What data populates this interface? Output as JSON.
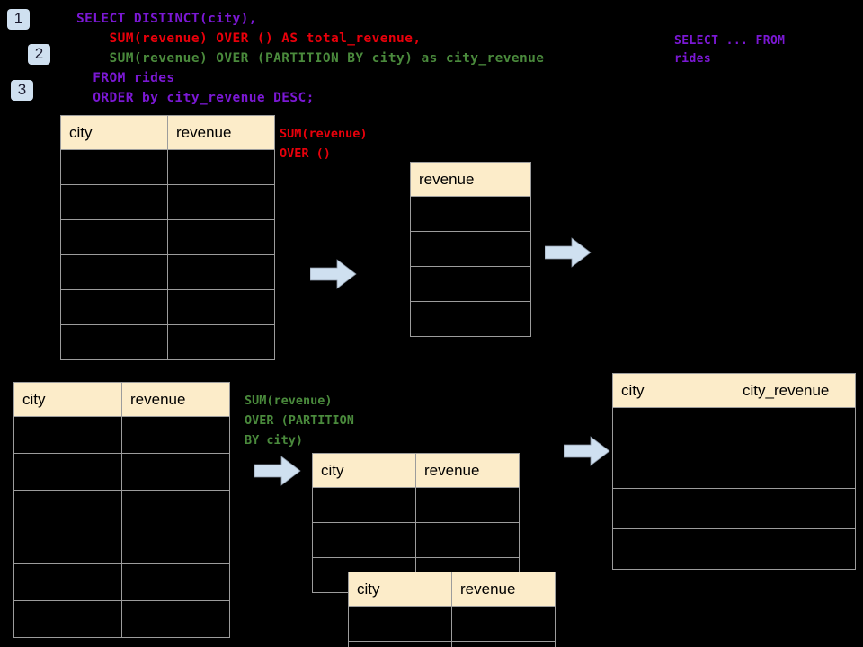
{
  "badges": [
    {
      "label": "1"
    },
    {
      "label": "2"
    },
    {
      "label": "3"
    }
  ],
  "query": {
    "line1": "SELECT DISTINCT(city),",
    "line2": "    SUM(revenue) OVER () AS total_revenue,",
    "line3": "    SUM(revenue) OVER (PARTITION BY city) as city_revenue",
    "line4": "  FROM rides",
    "line5": "  ORDER by city_revenue DESC;",
    "side_note_line1": "SELECT ... FROM",
    "side_note_line2": "rides"
  },
  "annotations": {
    "total": "SUM(revenue)\nOVER ()",
    "partition": "SUM(revenue)\nOVER (PARTITION\nBY city)"
  },
  "tables": {
    "source_top": {
      "headers": [
        "city",
        "revenue"
      ],
      "body_rows": 6
    },
    "total_revenue": {
      "headers": [
        "revenue"
      ],
      "body_rows": 4
    },
    "source_bottom": {
      "headers": [
        "city",
        "revenue"
      ],
      "body_rows": 6
    },
    "partition_back": {
      "headers": [
        "city",
        "revenue"
      ],
      "body_rows": 3
    },
    "partition_front": {
      "headers": [
        "city",
        "revenue"
      ],
      "body_rows": 2
    },
    "result": {
      "headers": [
        "city",
        "city_revenue"
      ],
      "body_rows": 4
    }
  },
  "colors": {
    "background": "#000000",
    "header_fill": "#fcecc9",
    "grid_line": "#9c9c9c",
    "badge_fill": "#cfe0f0",
    "arrow_fill": "#cfe0f0",
    "keyword_purple": "#7b18d4",
    "total_red": "#e8000b",
    "partition_green": "#4a8a3c"
  },
  "arrows": [
    {
      "name": "arrow-top-left"
    },
    {
      "name": "arrow-top-right"
    },
    {
      "name": "arrow-bottom-left"
    },
    {
      "name": "arrow-bottom-right"
    }
  ]
}
